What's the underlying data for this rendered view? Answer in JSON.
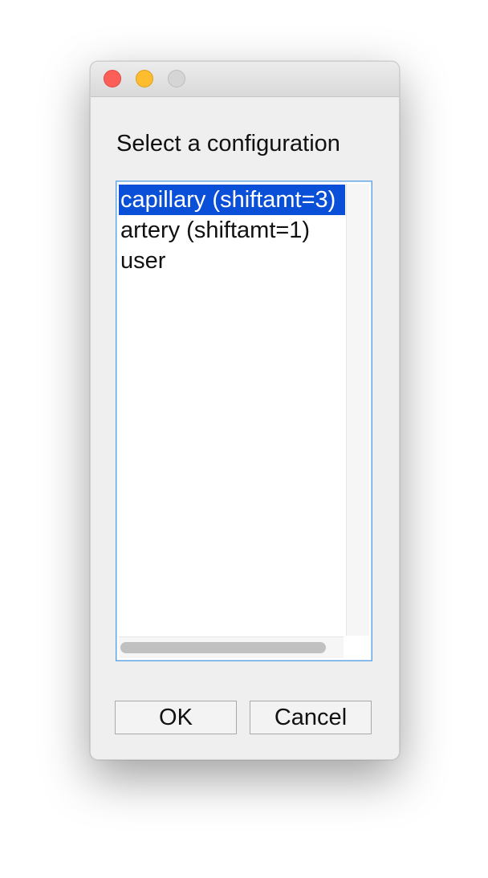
{
  "dialog": {
    "prompt": "Select a configuration",
    "list": {
      "items": [
        {
          "label": "capillary (shiftamt=3)",
          "selected": true
        },
        {
          "label": "artery (shiftamt=1)",
          "selected": false
        },
        {
          "label": "user",
          "selected": false
        }
      ]
    },
    "buttons": {
      "ok_label": "OK",
      "cancel_label": "Cancel"
    }
  },
  "colors": {
    "selection": "#0a4fd8",
    "close": "#fc5f57",
    "minimize": "#fdbd2e",
    "zoom_disabled": "#d5d5d5",
    "focus_ring": "#5aa4e6"
  }
}
